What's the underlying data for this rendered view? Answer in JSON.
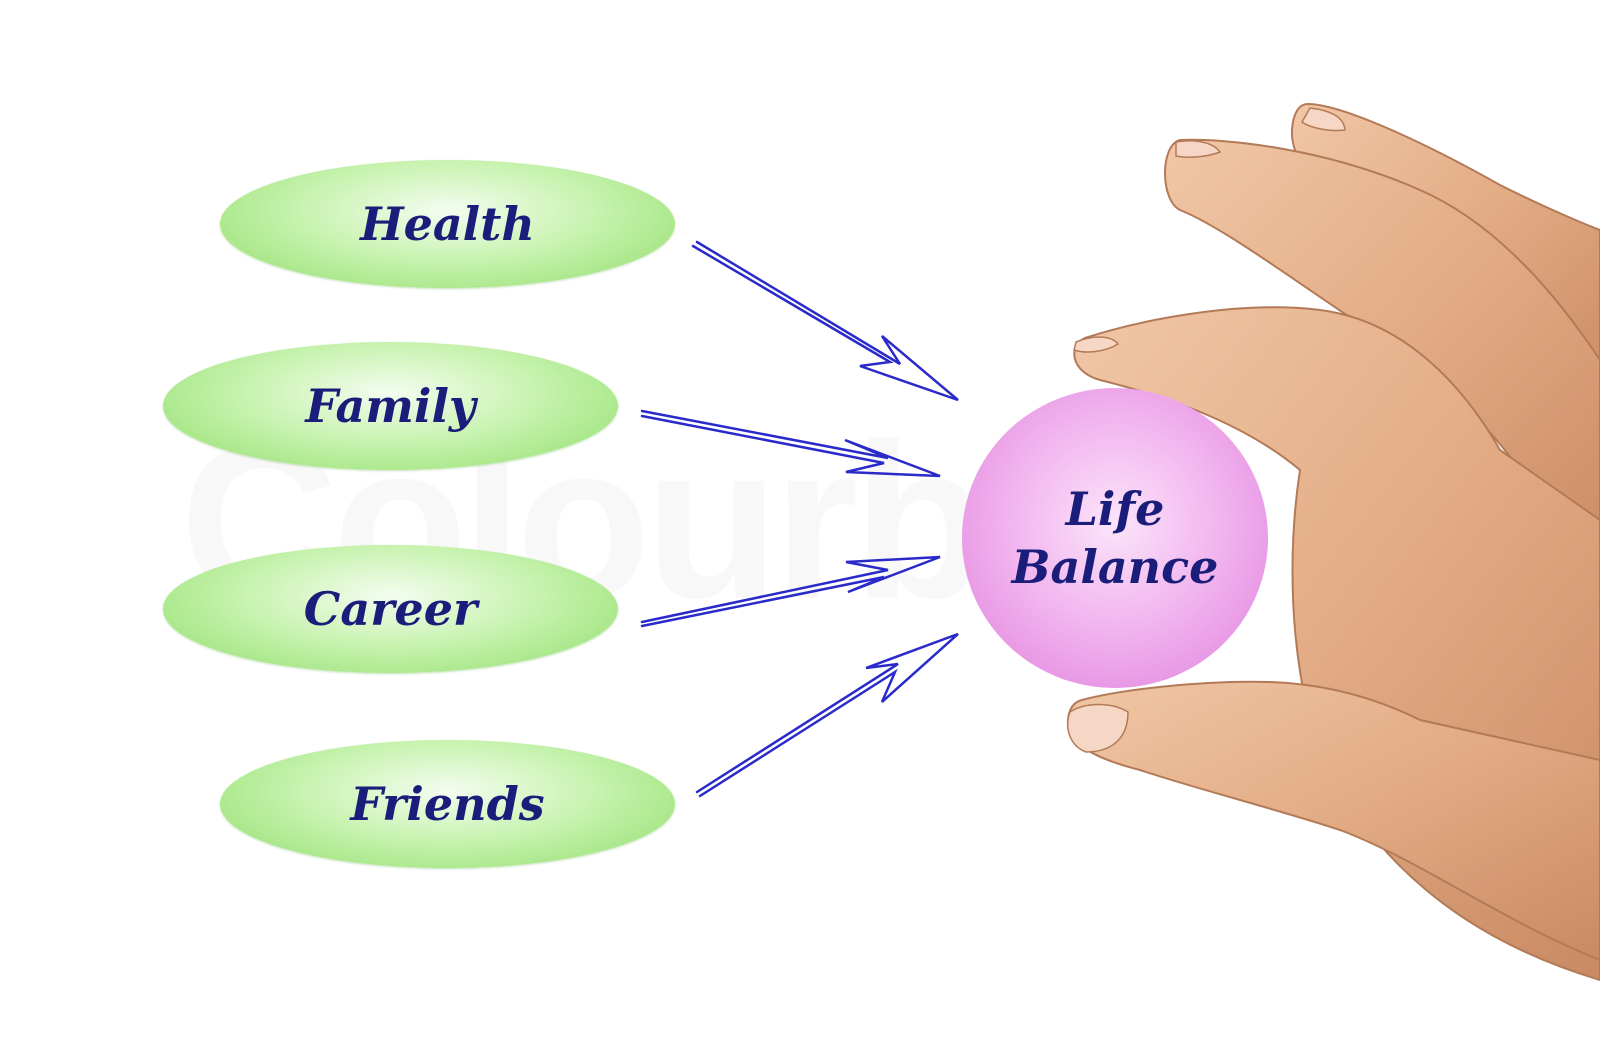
{
  "watermark": "Colourbox",
  "categories": [
    {
      "label": "Health"
    },
    {
      "label": "Family"
    },
    {
      "label": "Career"
    },
    {
      "label": "Friends"
    }
  ],
  "center": {
    "line1": "Life",
    "line2": "Balance"
  },
  "colors": {
    "ellipse_fill": "#a8e889",
    "sphere_fill": "#eea8ea",
    "text": "#1a1e7a",
    "arrow": "#2424c8",
    "skin": "#e8b591"
  },
  "icons": [
    "hand-icon",
    "arrow-icon"
  ]
}
